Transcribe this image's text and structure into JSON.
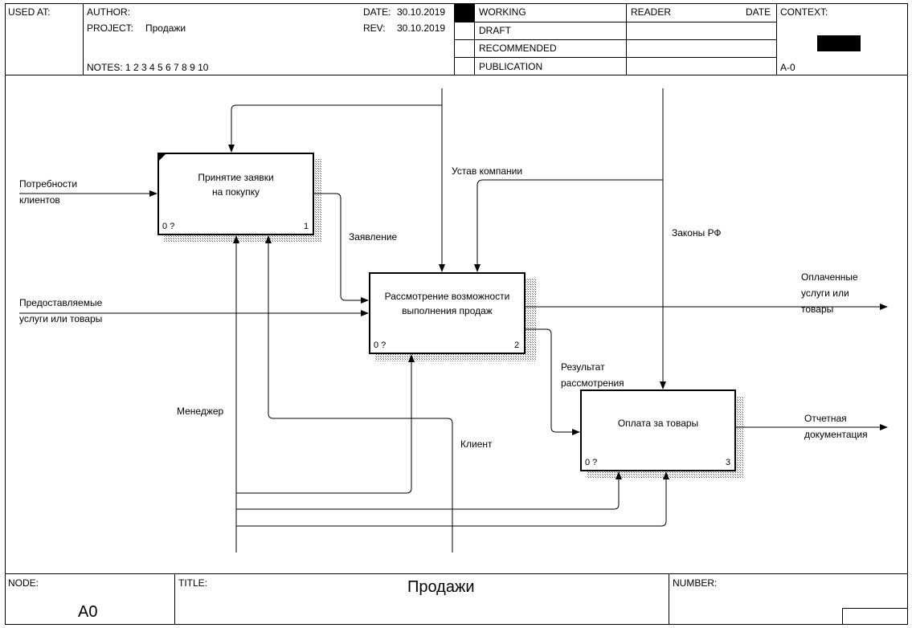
{
  "header": {
    "used_at": "USED AT:",
    "author": "AUTHOR:",
    "project_label": "PROJECT:",
    "project_value": "Продажи",
    "notes": "NOTES:  1  2  3  4  5  6  7  8  9  10",
    "date_label": "DATE:",
    "date_value": "30.10.2019",
    "rev_label": "REV:",
    "rev_value": "30.10.2019",
    "status": [
      "WORKING",
      "DRAFT",
      "RECOMMENDED",
      "PUBLICATION"
    ],
    "reader": "READER",
    "reader_date": "DATE",
    "context": "CONTEXT:",
    "context_node": "A-0"
  },
  "diagram": {
    "boxes": [
      {
        "title": "Принятие заявки на покупку",
        "line1": "Принятие заявки",
        "line2": "на покупку",
        "number": "1",
        "cost": "0 ?"
      },
      {
        "title": "Рассмотрение возможности выполнения продаж",
        "line1": "Рассмотрение возможности",
        "line2": "выполнения продаж",
        "number": "2",
        "cost": "0 ?"
      },
      {
        "title": "Оплата  за товары",
        "line1": "Оплата  за товары",
        "line2": "",
        "number": "3",
        "cost": "0 ?"
      }
    ],
    "arrows": {
      "needs_l1": "Потребности",
      "needs_l2": "клиентов",
      "services_l1": "Предоставляемые",
      "services_l2": "услуги или товары",
      "application": "Заявление",
      "charter": "Устав компании",
      "laws": "Законы РФ",
      "paid_l1": "Оплаченные",
      "paid_l2": "услуги или",
      "paid_l3": "товары",
      "result_l1": "Результат",
      "result_l2": "рассмотрения",
      "report_l1": "Отчетная",
      "report_l2": "документация",
      "manager": "Менеджер",
      "client": "Клиент"
    }
  },
  "footer": {
    "node_label": "NODE:",
    "node_value": "A0",
    "title_label": "TITLE:",
    "title_value": "Продажи",
    "number_label": "NUMBER:"
  }
}
